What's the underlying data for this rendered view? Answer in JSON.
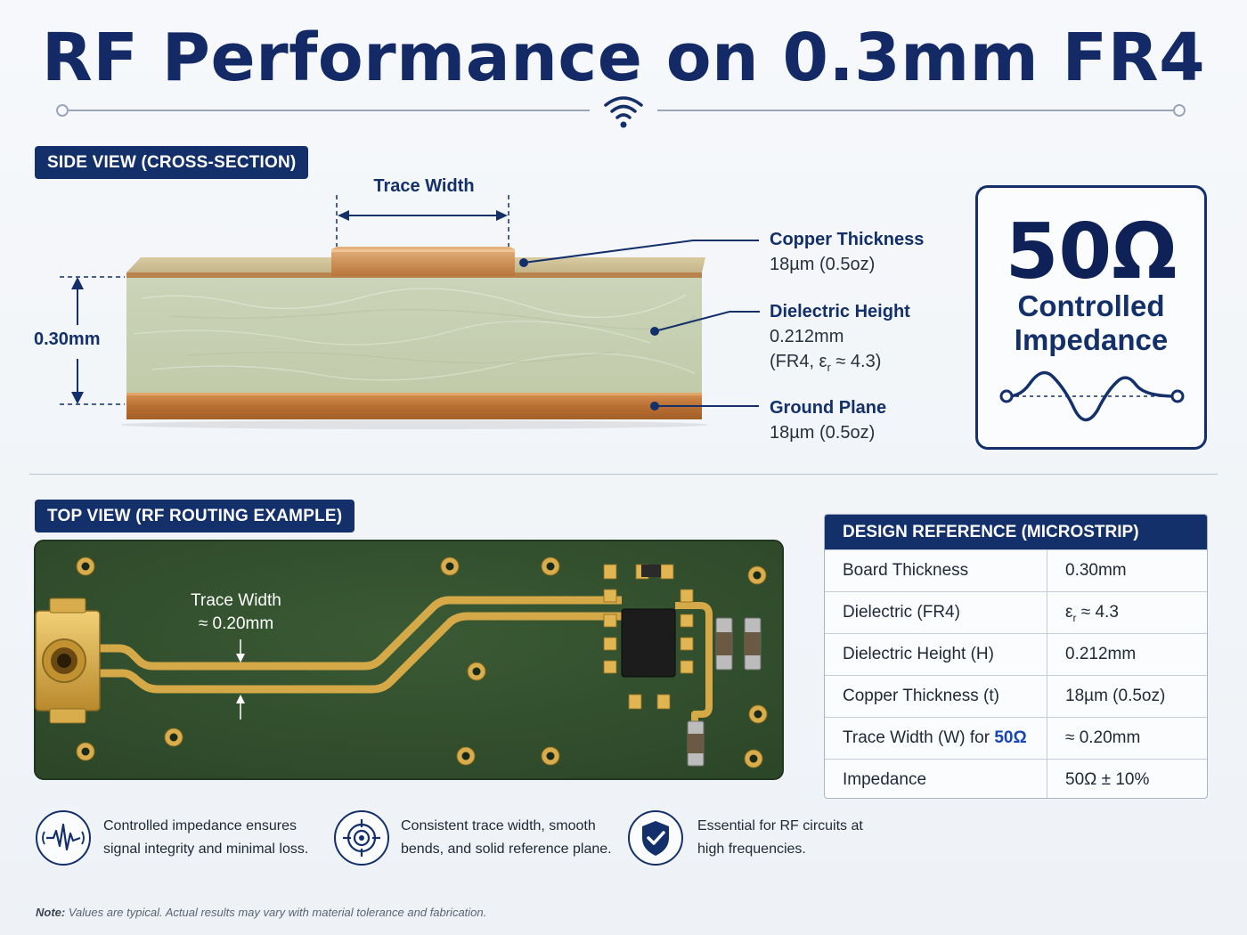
{
  "title": "RF Performance on 0.3mm FR4",
  "side_view": {
    "tag": "SIDE VIEW (CROSS-SECTION)",
    "trace_width_label": "Trace Width",
    "board_thickness": "0.30mm",
    "copper": {
      "title": "Copper Thickness",
      "value": "18µm (0.5oz)"
    },
    "dielectric": {
      "title": "Dielectric Height",
      "value": "0.212mm",
      "material_prefix": "(FR4, ε",
      "material_sub": "r",
      "material_suffix": " ≈ 4.3)"
    },
    "ground": {
      "title": "Ground Plane",
      "value": "18µm (0.5oz)"
    }
  },
  "impedance_card": {
    "value": "50Ω",
    "line1": "Controlled",
    "line2": "Impedance"
  },
  "top_view": {
    "tag": "TOP VIEW (RF ROUTING EXAMPLE)",
    "trace_width_label": "Trace Width",
    "trace_width_value": "≈ 0.20mm"
  },
  "design_reference": {
    "header": "DESIGN REFERENCE (MICROSTRIP)",
    "rows": [
      {
        "param": "Board Thickness",
        "value": "0.30mm"
      },
      {
        "param": "Dielectric (FR4)",
        "value_prefix": "ε",
        "value_sub": "r",
        "value_suffix": " ≈ 4.3"
      },
      {
        "param": "Dielectric Height (H)",
        "value": "0.212mm"
      },
      {
        "param": "Copper Thickness (t)",
        "value": "18µm (0.5oz)"
      },
      {
        "param_prefix": "Trace Width (W) for ",
        "param_highlight": "50Ω",
        "value": "≈ 0.20mm"
      },
      {
        "param": "Impedance",
        "value": "50Ω ± 10%"
      }
    ]
  },
  "features": [
    {
      "icon": "signal-wave-icon",
      "line1": "Controlled impedance ensures",
      "line2": "signal integrity and minimal loss."
    },
    {
      "icon": "target-crosshair-icon",
      "line1": "Consistent trace width, smooth",
      "line2": "bends, and solid reference plane."
    },
    {
      "icon": "shield-check-icon",
      "line1": "Essential for RF circuits at",
      "line2": "high frequencies."
    }
  ],
  "note": {
    "label": "Note:",
    "text": " Values are typical. Actual results may vary with material tolerance and fabrication."
  },
  "colors": {
    "navy": "#13306b",
    "copper": "#c98545",
    "fr4": "#c9d2b5",
    "pcb_green": "#32502f",
    "gold": "#d9ad4b"
  }
}
